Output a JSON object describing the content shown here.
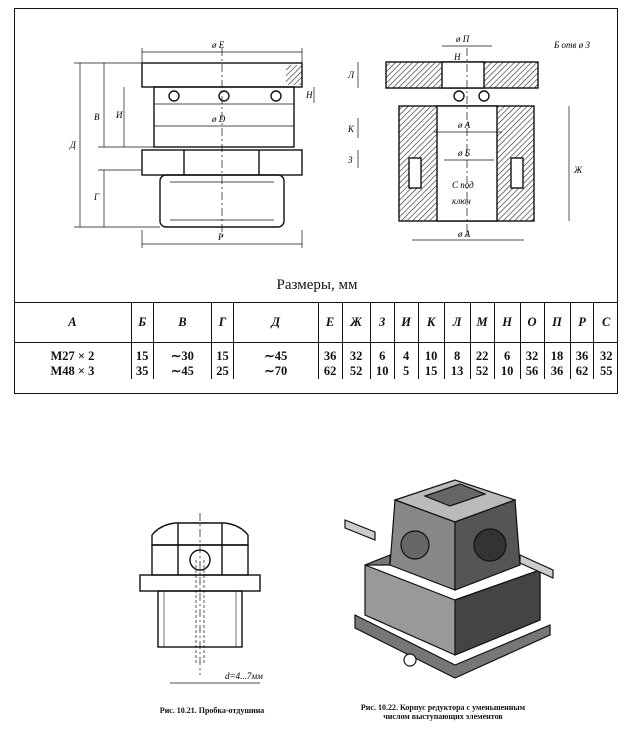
{
  "drawing": {
    "labels": [
      "ø E",
      "ø D",
      "ø П",
      "ø A",
      "ø Б",
      "ø A",
      "Р",
      "Д",
      "В",
      "Г",
      "И",
      "Н",
      "Л",
      "К",
      "З",
      "Ж",
      "Н",
      "Б отв ø 3"
    ],
    "tool_label": [
      "С под",
      "ключ"
    ]
  },
  "sizes_title": "Размеры, мм",
  "table": {
    "headers": [
      "А",
      "Б",
      "В",
      "Г",
      "Д",
      "Е",
      "Ж",
      "З",
      "И",
      "К",
      "Л",
      "М",
      "Н",
      "О",
      "П",
      "Р",
      "С"
    ],
    "rows": [
      [
        "М27 × 2",
        "15",
        "∼30",
        "15",
        "∼45",
        "36",
        "32",
        "6",
        "4",
        "10",
        "8",
        "22",
        "6",
        "32",
        "18",
        "36",
        "32"
      ],
      [
        "М48 × 3",
        "35",
        "∼45",
        "25",
        "∼70",
        "62",
        "52",
        "10",
        "5",
        "15",
        "13",
        "52",
        "10",
        "56",
        "36",
        "62",
        "55"
      ]
    ]
  },
  "figure_left": {
    "dim_label": "d=4...7мм",
    "caption": "Рис. 10.21. Пробка-отдушина"
  },
  "figure_right": {
    "caption_line1": "Рис. 10.22. Корпус редуктора с уменьшенным",
    "caption_line2": "числом выступающих элементов"
  }
}
